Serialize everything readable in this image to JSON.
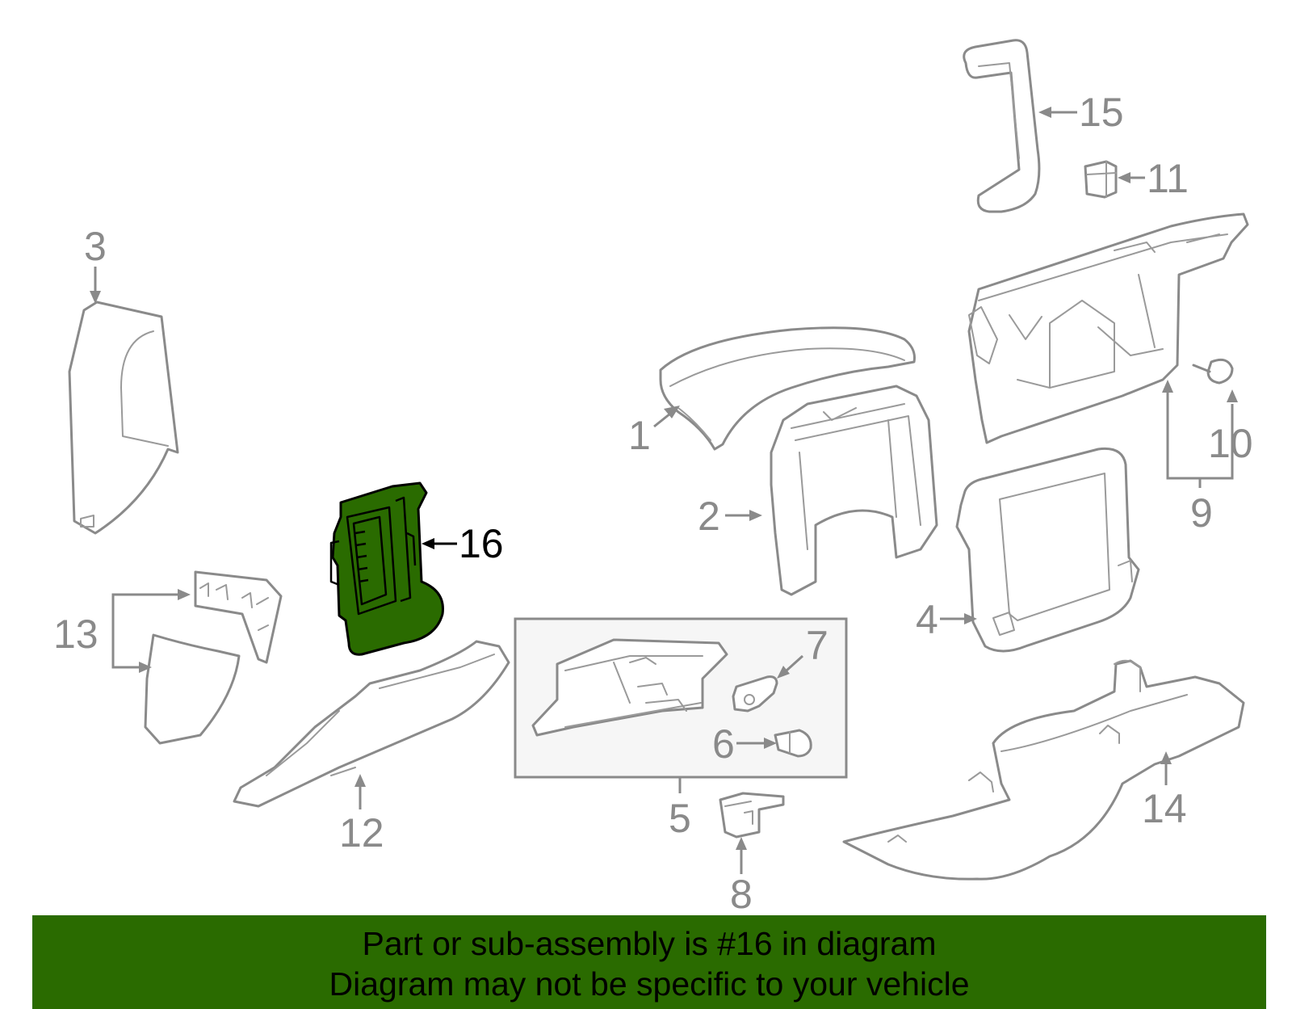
{
  "callouts": {
    "c1": "1",
    "c2": "2",
    "c3": "3",
    "c4": "4",
    "c5": "5",
    "c6": "6",
    "c7": "7",
    "c8": "8",
    "c9": "9",
    "c10": "10",
    "c11": "11",
    "c12": "12",
    "c13": "13",
    "c14": "14",
    "c15": "15",
    "c16": "16"
  },
  "highlight": {
    "part_number": "16",
    "color": "#2a6b00"
  },
  "banner": {
    "line1": "Part or sub-assembly is #16 in diagram",
    "line2": "Diagram may not be specific to your vehicle",
    "background": "#2a6b00"
  }
}
